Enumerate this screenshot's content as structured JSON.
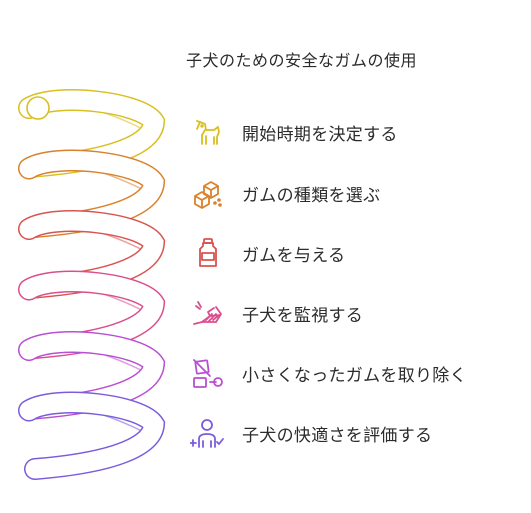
{
  "title": "子犬のための安全なガムの使用",
  "steps": [
    {
      "label": "開始時期を決定する",
      "icon": "dog-icon",
      "color": "#d9bf1f"
    },
    {
      "label": "ガムの種類を選ぶ",
      "icon": "boxes-icon",
      "color": "#d9822b"
    },
    {
      "label": "ガムを与える",
      "icon": "bottle-icon",
      "color": "#d9534f"
    },
    {
      "label": "子犬を監視する",
      "icon": "scan-hand-icon",
      "color": "#d94f8c"
    },
    {
      "label": "小さくなったガムを取り除く",
      "icon": "remove-item-icon",
      "color": "#b94fd1"
    },
    {
      "label": "子犬の快適さを評価する",
      "icon": "person-check-icon",
      "color": "#7b5cdc"
    }
  ]
}
